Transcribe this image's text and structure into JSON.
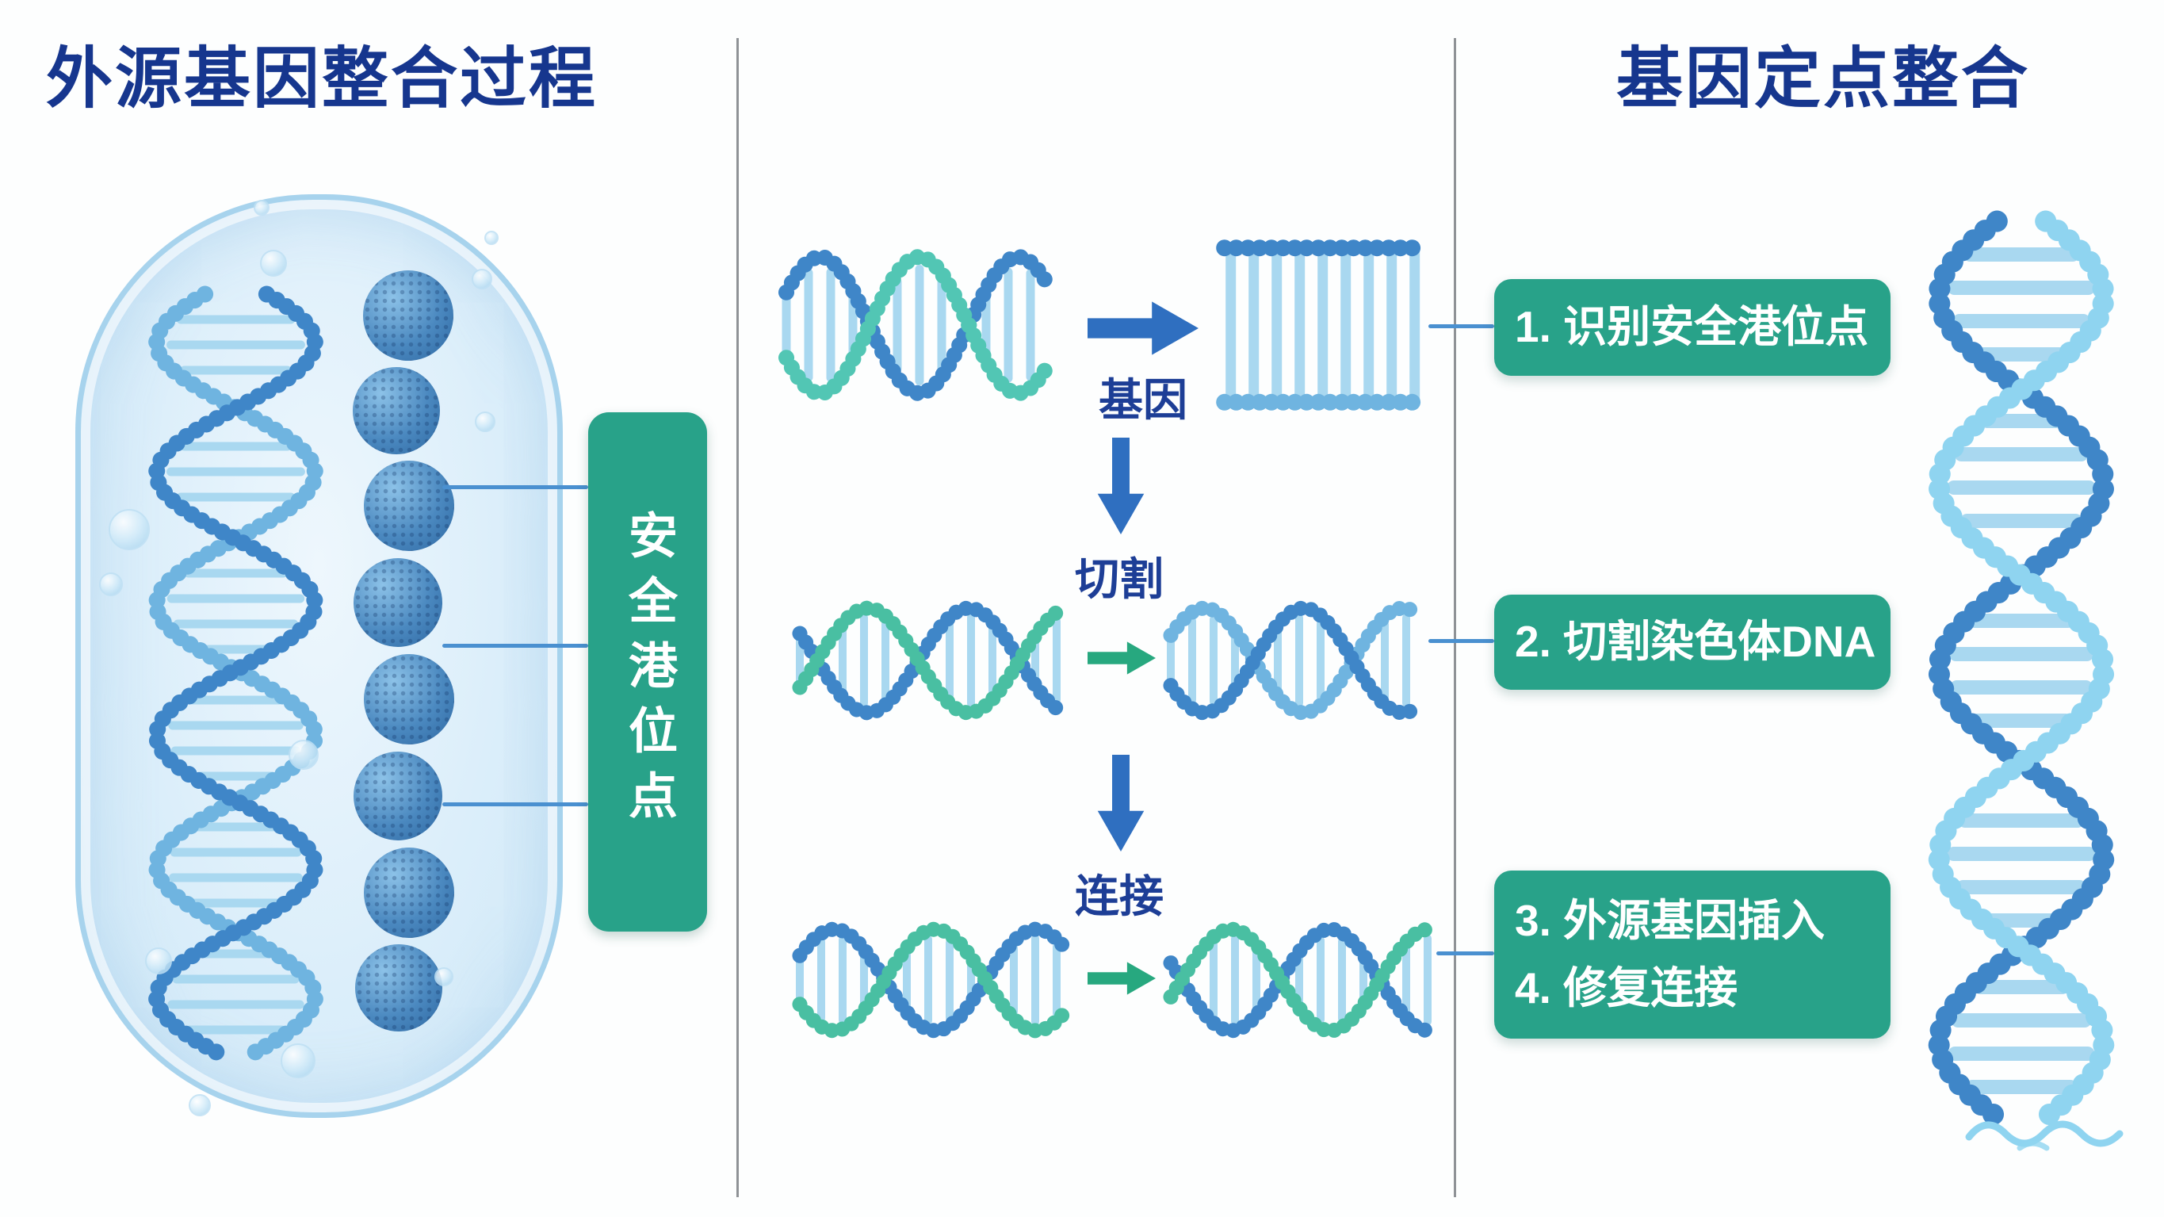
{
  "titles": {
    "left": "外源基因整合过程",
    "right": "基因定点整合"
  },
  "left_panel": {
    "safe_harbor_label": "安全港位点"
  },
  "process": {
    "gene_label": "基因",
    "cut_label": "切割",
    "ligate_label": "连接"
  },
  "steps": {
    "step1": "1. 识别安全港位点",
    "step2": "2. 切割染色体DNA",
    "step3": "3. 外源基因插入",
    "step4": "4. 修复连接"
  },
  "colors": {
    "title_blue": "#16368e",
    "box_green": "#28a289",
    "arrow_blue": "#2f6fc0",
    "arrow_green": "#27a87f",
    "connector_blue": "#4a90d0",
    "strand_blue": "#3f86c8",
    "strand_sky": "#6fb4e0",
    "strand_light": "#8fd4f0",
    "strand_teal": "#52c6b4",
    "strand_green": "#49bfa2",
    "rung_blue": "#a9d8f0",
    "cell_fill": "#dbeefa",
    "cell_border": "#a7d3ed",
    "divider_gray": "#8f9296"
  }
}
